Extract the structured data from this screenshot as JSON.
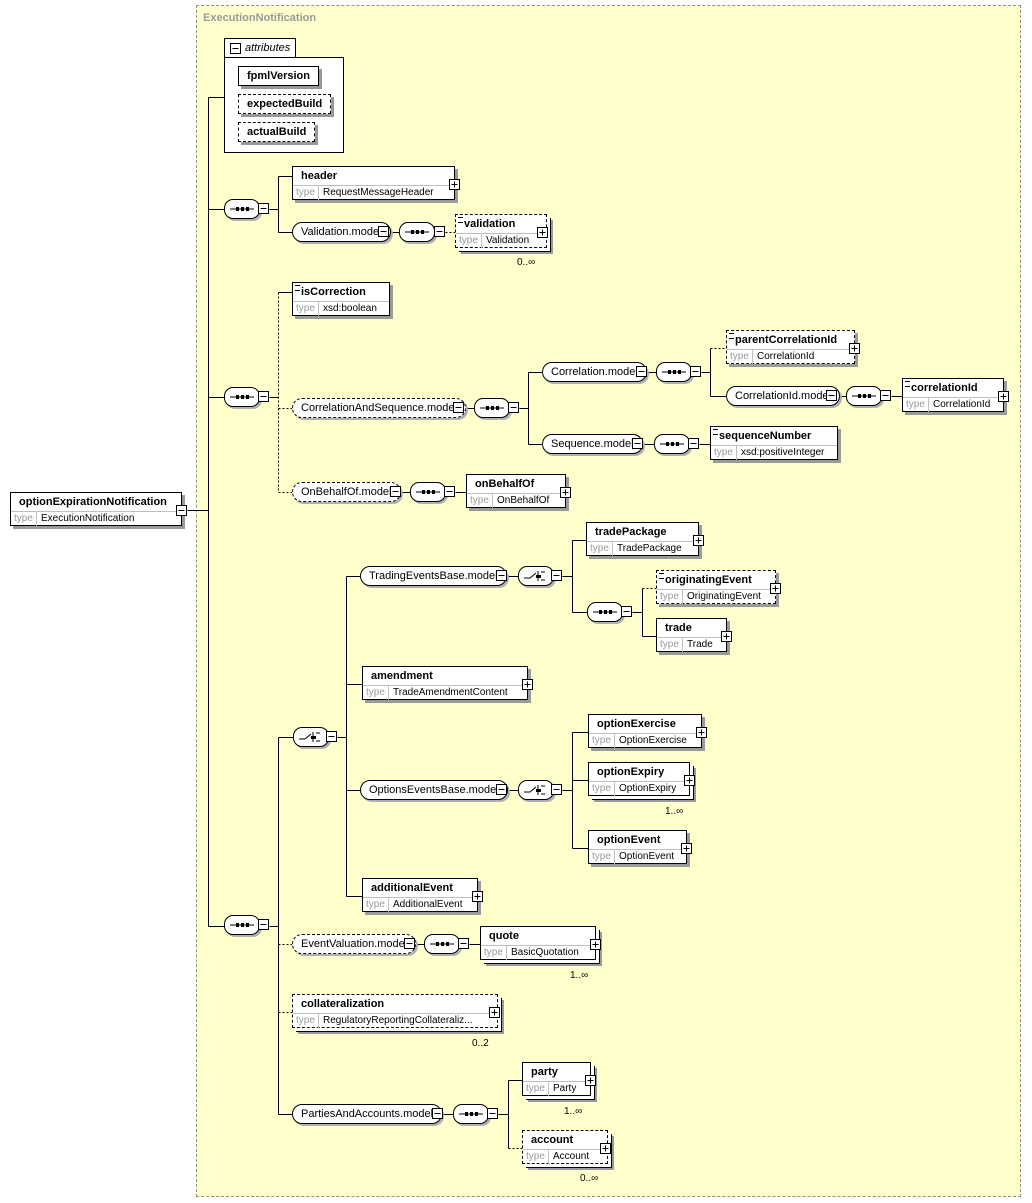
{
  "diagram": {
    "title": "ExecutionNotification",
    "root": {
      "name": "optionExpirationNotification",
      "type_label": "type",
      "type": "ExecutionNotification"
    },
    "attributes_label": "attributes",
    "attributes": [
      "fpmlVersion",
      "expectedBuild",
      "actualBuild"
    ],
    "groups": {
      "validation_model": "Validation.model",
      "correlation_and_sequence_model": "CorrelationAndSequence.model",
      "correlation_model": "Correlation.model",
      "correlation_id_model": "CorrelationId.model",
      "sequence_model": "Sequence.model",
      "on_behalf_of_model": "OnBehalfOf.model",
      "trading_events_base_model": "TradingEventsBase.model",
      "options_events_base_model": "OptionsEventsBase.model",
      "event_valuation_model": "EventValuation.model",
      "parties_and_accounts_model": "PartiesAndAccounts.model"
    },
    "elements": {
      "header": {
        "name": "header",
        "type": "RequestMessageHeader"
      },
      "validation": {
        "name": "validation",
        "type": "Validation",
        "multiplicity": "0..∞"
      },
      "is_correction": {
        "name": "isCorrection",
        "type": "xsd:boolean"
      },
      "parent_correlation_id": {
        "name": "parentCorrelationId",
        "type": "CorrelationId"
      },
      "correlation_id": {
        "name": "correlationId",
        "type": "CorrelationId"
      },
      "sequence_number": {
        "name": "sequenceNumber",
        "type": "xsd:positiveInteger"
      },
      "on_behalf_of": {
        "name": "onBehalfOf",
        "type": "OnBehalfOf"
      },
      "trade_package": {
        "name": "tradePackage",
        "type": "TradePackage"
      },
      "originating_event": {
        "name": "originatingEvent",
        "type": "OriginatingEvent"
      },
      "trade": {
        "name": "trade",
        "type": "Trade"
      },
      "amendment": {
        "name": "amendment",
        "type": "TradeAmendmentContent"
      },
      "option_exercise": {
        "name": "optionExercise",
        "type": "OptionExercise"
      },
      "option_expiry": {
        "name": "optionExpiry",
        "type": "OptionExpiry",
        "multiplicity": "1..∞"
      },
      "option_event": {
        "name": "optionEvent",
        "type": "OptionEvent"
      },
      "additional_event": {
        "name": "additionalEvent",
        "type": "AdditionalEvent"
      },
      "quote": {
        "name": "quote",
        "type": "BasicQuotation",
        "multiplicity": "1..∞"
      },
      "collateralization": {
        "name": "collateralization",
        "type": "RegulatoryReportingCollateraliz...",
        "multiplicity": "0..2"
      },
      "party": {
        "name": "party",
        "type": "Party",
        "multiplicity": "1..∞"
      },
      "account": {
        "name": "account",
        "type": "Account",
        "multiplicity": "0..∞"
      }
    },
    "colors": {
      "region_fill": "#ffffcc",
      "region_border": "#8f8f8f",
      "shadow": "#9a9a9a",
      "type_label": "#9a9a9a"
    }
  }
}
